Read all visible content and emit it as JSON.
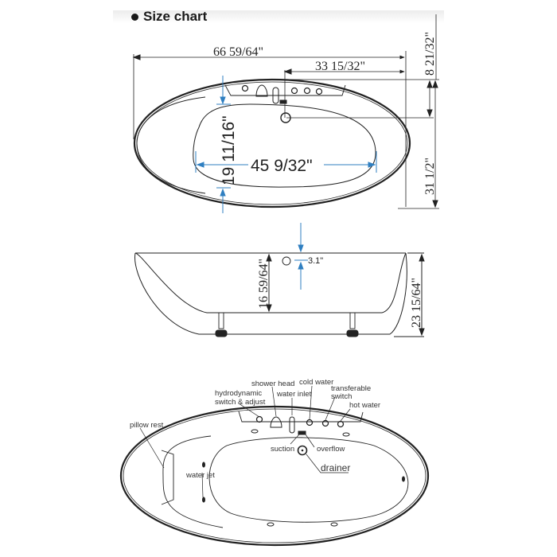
{
  "title": "Size chart",
  "top_view": {
    "overall_length": "66 59/64\"",
    "drain_offset_length": "33 15/32\"",
    "drain_offset_depth": "8 21/32\"",
    "overall_width": "31 1/2\"",
    "inner_length": "45 9/32\"",
    "inner_width": "19 11/16\""
  },
  "side_view": {
    "overflow_offset": "3.1\"",
    "inner_depth": "16 59/64\"",
    "overall_height": "23 15/64\""
  },
  "features_view": {
    "labels": {
      "shower_head": "shower head",
      "cold_water": "cold water",
      "hydrodynamic": "hydrodynamic",
      "switch_adjust": "switch & adjust",
      "water_inlet": "water inlet",
      "transferable": "transferable",
      "switch": "switch",
      "hot_water": "hot water",
      "pillow_rest": "pillow rest",
      "water_jet": "water jet",
      "suction": "suction",
      "overflow": "overflow",
      "drainer": "drainer"
    }
  },
  "colors": {
    "line": "#222222",
    "dimension_blue": "#2f7fc1"
  }
}
